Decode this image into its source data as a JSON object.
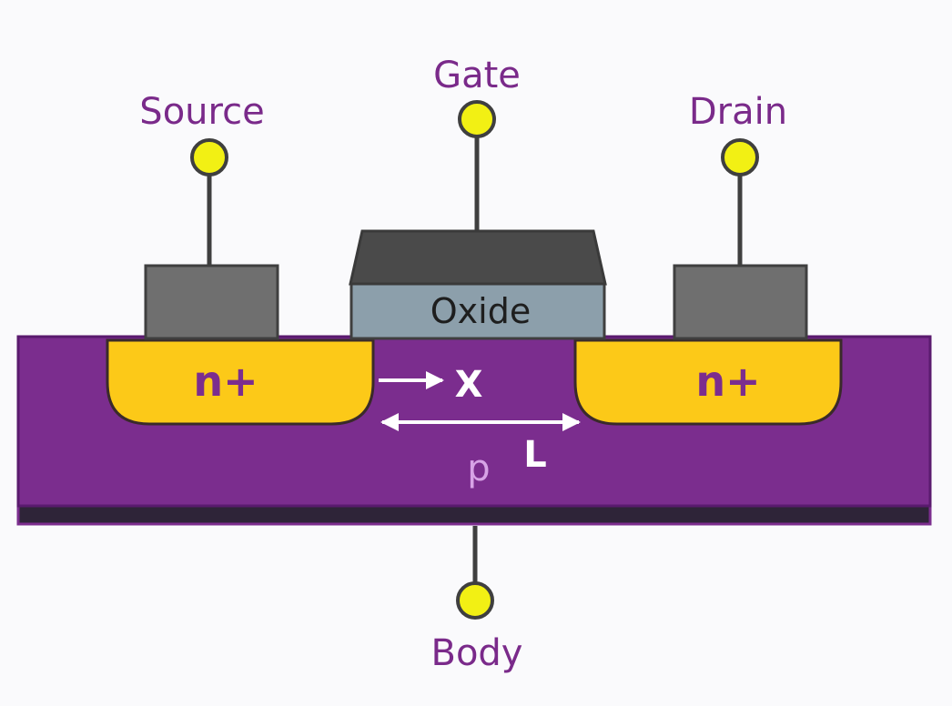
{
  "terminals": {
    "source": "Source",
    "gate": "Gate",
    "drain": "Drain",
    "body": "Body"
  },
  "layers": {
    "oxide": "Oxide",
    "source_region": "n+",
    "drain_region": "n+",
    "substrate": "p"
  },
  "dimensions": {
    "depletion_marker": "X",
    "channel_length": "L"
  },
  "colors": {
    "substrate": "#7b2d8e",
    "substrate_edge": "#5a1a6e",
    "n_plus": "#fcc918",
    "n_plus_edge": "#3a2a2a",
    "metal_contact": "#6f6f6f",
    "gate_metal": "#4a4a4a",
    "oxide": "#8c9fab",
    "terminal_node": "#f2f014",
    "label_text": "#7a2a8a",
    "body_contact": "#2e2438",
    "arrow": "#ffffff",
    "substrate_text": "#d7a3e6"
  }
}
